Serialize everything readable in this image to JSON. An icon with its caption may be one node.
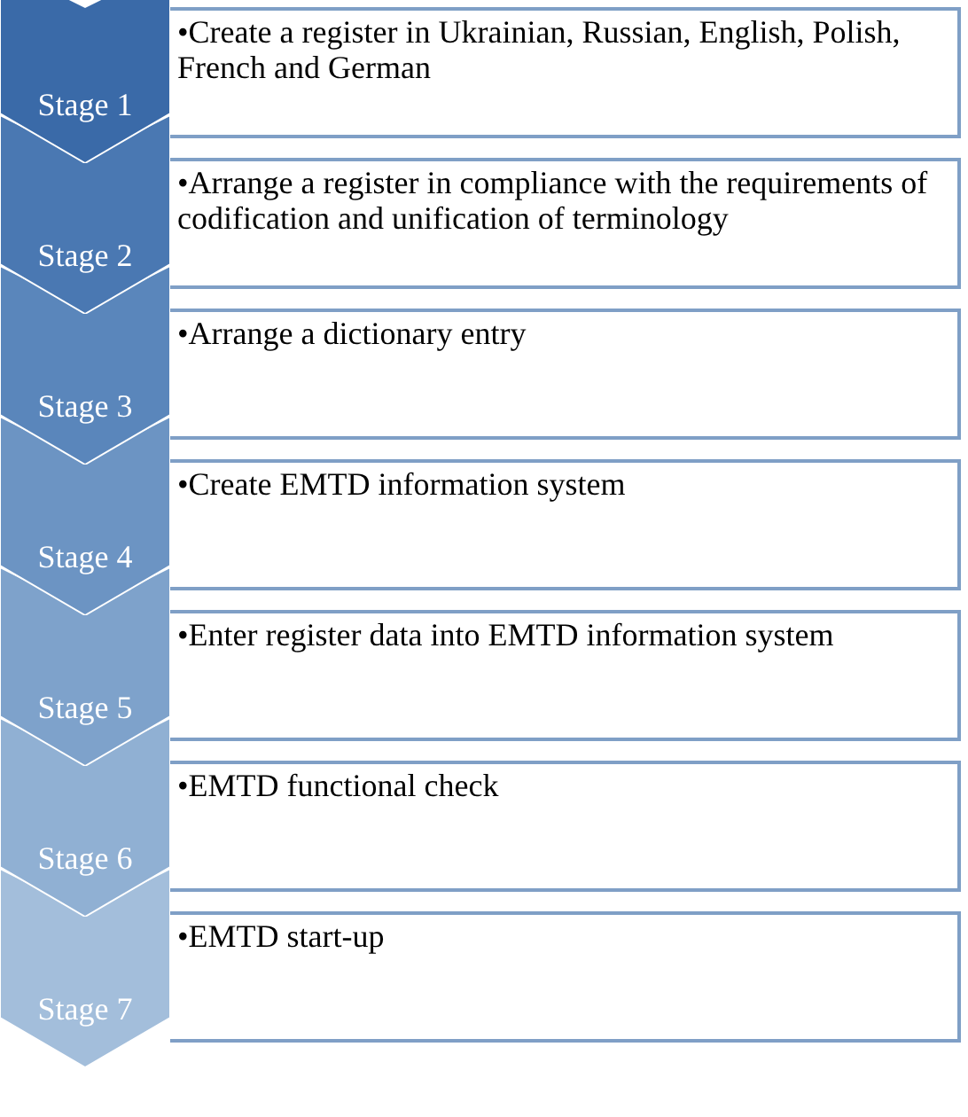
{
  "diagram": {
    "nodes": [
      {
        "text": [
          "Stage 1"
        ]
      },
      {
        "text": [
          "•Create a register in Ukrainian, Russian, English, Polish, French and German"
        ]
      },
      {
        "text": [
          "Stage 2"
        ]
      },
      {
        "text": [
          "•Arrange a register in compliance with the requirements of codification and unification of terminology"
        ]
      },
      {
        "text": [
          "Stage 3"
        ]
      },
      {
        "text": [
          "•Arrange a dictionary entry"
        ]
      },
      {
        "text": [
          "Stage 4"
        ]
      },
      {
        "text": [
          "•Create EMTD information system"
        ]
      },
      {
        "text": [
          "Stage 5"
        ]
      },
      {
        "text": [
          "•Enter register data into EMTD information system"
        ]
      },
      {
        "text": [
          "Stage 6"
        ]
      },
      {
        "text": [
          "•EMTD functional check"
        ]
      },
      {
        "text": [
          "Stage 7"
        ]
      },
      {
        "text": [
          "•EMTD start-up"
        ]
      }
    ],
    "edges": []
  }
}
